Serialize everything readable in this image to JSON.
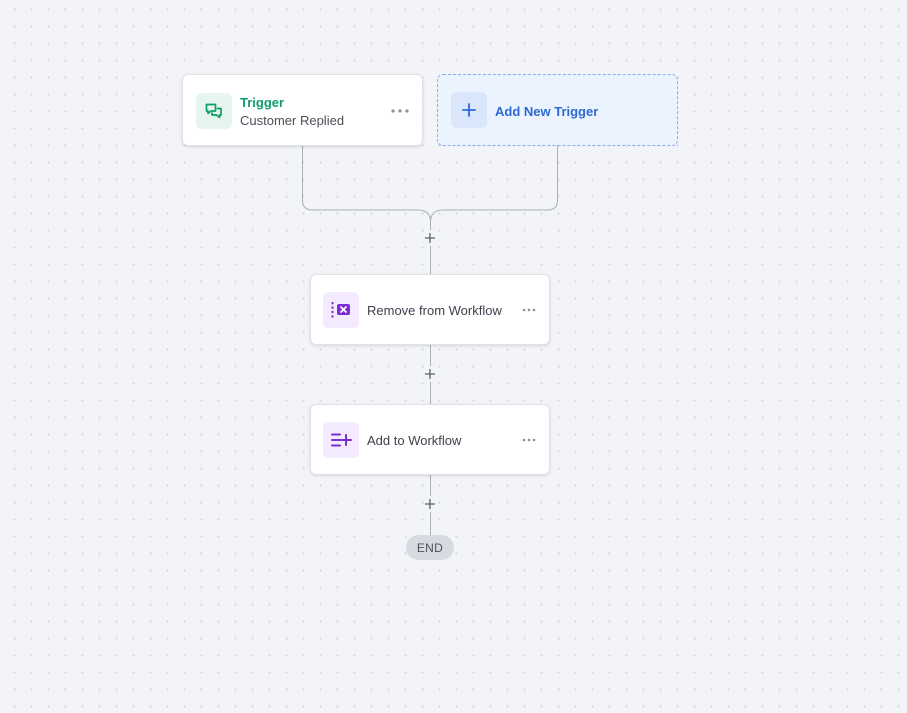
{
  "trigger": {
    "label": "Trigger",
    "event": "Customer Replied",
    "icon": "chat-bubbles-icon",
    "accent_color": "#0f9d68"
  },
  "add_trigger": {
    "label": "Add New Trigger",
    "icon": "plus-icon",
    "accent_color": "#2e6ad1"
  },
  "actions": [
    {
      "title": "Remove from Workflow",
      "icon": "remove-from-workflow-icon"
    },
    {
      "title": "Add to Workflow",
      "icon": "add-to-workflow-icon"
    }
  ],
  "end_label": "END",
  "action_accent_color": "#7a2fd6"
}
